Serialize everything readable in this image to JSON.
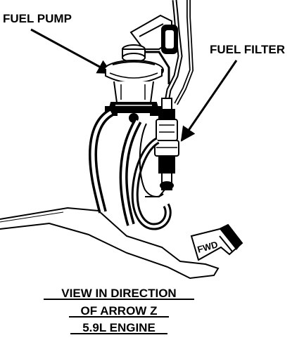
{
  "labels": {
    "fuel_pump": "FUEL PUMP",
    "fuel_filter": "FUEL FILTER",
    "fwd": "FWD"
  },
  "caption": {
    "line1": "VIEW IN DIRECTION",
    "line2": "OF ARROW Z",
    "line3": "5.9L ENGINE"
  },
  "colors": {
    "ink": "#000000",
    "paper": "#ffffff"
  }
}
